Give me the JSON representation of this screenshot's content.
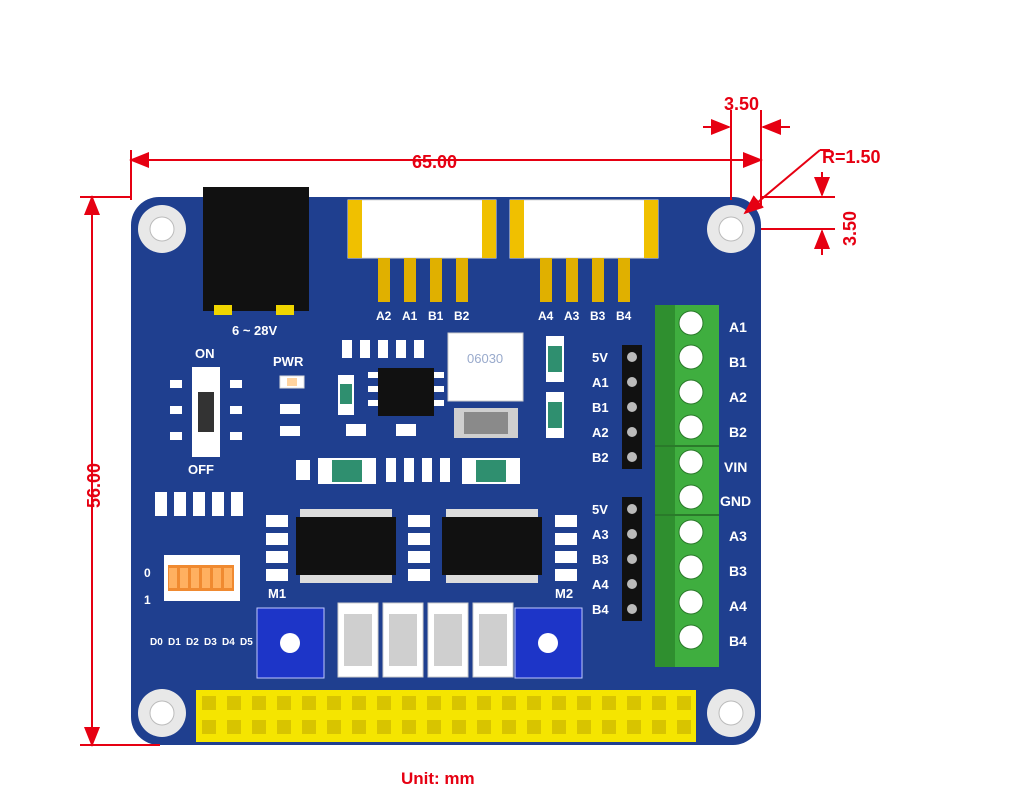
{
  "dimensions": {
    "width": "65.00",
    "height": "56.00",
    "hole_offset_x": "3.50",
    "hole_offset_y": "3.50",
    "hole_radius": "R=1.50",
    "unit": "Unit: mm"
  },
  "board": {
    "power_jack_label": "6 ~ 28V",
    "switch_on": "ON",
    "switch_off": "OFF",
    "pwr_led": "PWR",
    "motor_left": "M1",
    "motor_right": "M2",
    "connector1_pins": [
      "A2",
      "A1",
      "B1",
      "B2"
    ],
    "connector2_pins": [
      "A4",
      "A3",
      "B3",
      "B4"
    ],
    "header1_pins": [
      "5V",
      "A1",
      "B1",
      "A2",
      "B2"
    ],
    "header2_pins": [
      "5V",
      "A3",
      "B3",
      "A4",
      "B4"
    ],
    "terminal_pins": [
      "A1",
      "B1",
      "A2",
      "B2",
      "VIN",
      "GND",
      "A3",
      "B3",
      "A4",
      "B4"
    ],
    "dip_labels": [
      "D0",
      "D1",
      "D2",
      "D3",
      "D4",
      "D5"
    ],
    "dip_side_0": "0",
    "dip_side_1": "1",
    "inductor_marking": "06030"
  },
  "colors": {
    "pcb": "#1f3f8f",
    "dimension": "#e60012",
    "terminal": "#3fae3f",
    "header_pins": "#f5e500"
  }
}
